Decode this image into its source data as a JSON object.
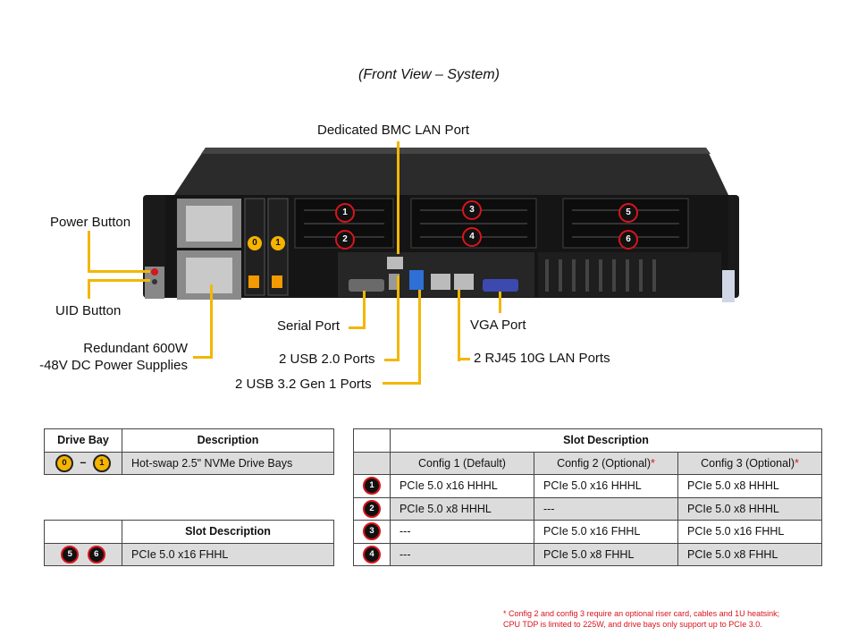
{
  "caption": "(Front View – System)",
  "callouts": {
    "bmc_lan": "Dedicated BMC LAN Port",
    "power_button": "Power Button",
    "uid_button": "UID Button",
    "psu_line1": "Redundant  600W",
    "psu_line2": "-48V DC Power Supplies",
    "serial_port": "Serial Port",
    "usb2": "2 USB 2.0 Ports",
    "usb3": "2 USB 3.2 Gen 1 Ports",
    "vga": "VGA Port",
    "lan": "2 RJ45 10G LAN Ports"
  },
  "chassis_badges": {
    "drive": [
      "0",
      "1"
    ],
    "slots": [
      "1",
      "2",
      "3",
      "4",
      "5",
      "6"
    ]
  },
  "drive_table": {
    "headers": [
      "Drive Bay",
      "Description"
    ],
    "badge_start": "0",
    "dash": "–",
    "badge_end": "1",
    "description": "Hot-swap 2.5\" NVMe Drive Bays"
  },
  "slot56_table": {
    "header": "Slot Description",
    "badges": [
      "5",
      "6"
    ],
    "description": "PCIe 5.0 x16 FHHL"
  },
  "slot_table": {
    "header": "Slot Description",
    "configs": [
      "Config 1 (Default)",
      "Config 2 (Optional)",
      "Config 3 (Optional)"
    ],
    "asterisk": "*",
    "rows": [
      {
        "badge": "1",
        "c1": "PCIe 5.0 x16 HHHL",
        "c2": "PCIe 5.0 x16 HHHL",
        "c3": "PCIe 5.0 x8 HHHL"
      },
      {
        "badge": "2",
        "c1": "PCIe 5.0 x8 HHHL",
        "c2": "---",
        "c3": "PCIe 5.0 x8 HHHL"
      },
      {
        "badge": "3",
        "c1": "---",
        "c2": "PCIe 5.0 x16 FHHL",
        "c3": "PCIe 5.0 x16 FHHL"
      },
      {
        "badge": "4",
        "c1": "---",
        "c2": "PCIe 5.0 x8 FHHL",
        "c3": "PCIe 5.0 x8 FHHL"
      }
    ]
  },
  "footnote": {
    "line1": "* Config 2 and config 3 require an optional riser card, cables and 1U heatsink;",
    "line2": "CPU TDP is limited to 225W, and drive bays only support up to PCIe 3.0."
  },
  "colors": {
    "callout_line": "#f2b705",
    "badge_ring": "#d8141c",
    "drive_badge": "#f6b400",
    "table_shade": "#dcdcdc"
  }
}
